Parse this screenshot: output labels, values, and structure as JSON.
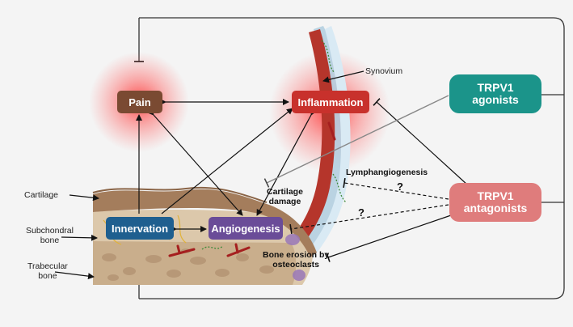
{
  "nodes": {
    "pain": "Pain",
    "inflammation": "Inflammation",
    "innervation": "Innervation",
    "angiogenesis": "Angiogenesis",
    "agonists_line1": "TRPV1",
    "agonists_line2": "agonists",
    "antagonists_line1": "TRPV1",
    "antagonists_line2": "antagonists"
  },
  "labels": {
    "synovium": "Synovium",
    "cartilage": "Cartilage",
    "subchondral_line1": "Subchondral",
    "subchondral_line2": "bone",
    "trabecular_line1": "Trabecular",
    "trabecular_line2": "bone",
    "lymphangiogenesis": "Lymphangiogenesis",
    "cartilage_damage_line1": "Cartilage",
    "cartilage_damage_line2": "damage",
    "bone_erosion_line1": "Bone erosion by",
    "bone_erosion_line2": "osteoclasts",
    "question_1": "?",
    "question_2": "?"
  },
  "colors": {
    "pain": "#7a4a32",
    "inflammation": "#c8312c",
    "innervation": "#1f5f8f",
    "angiogenesis": "#6a4c98",
    "agonists": "#1b948a",
    "antagonists": "#df7c7c",
    "glow": "#ff3a3a",
    "cartilage": "#a47d5c",
    "bone": "#d8c3a6",
    "synovium": "#b5352b"
  }
}
